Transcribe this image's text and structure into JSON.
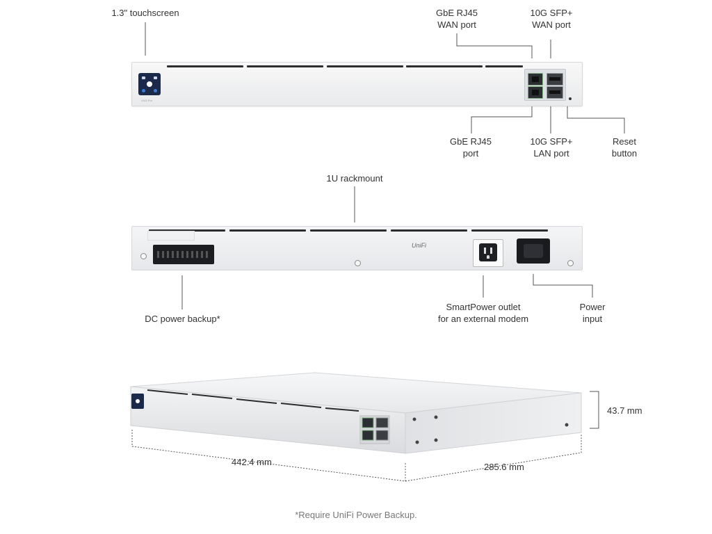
{
  "labels": {
    "touchscreen": "1.3\" touchscreen",
    "gbe_wan": "GbE RJ45\nWAN port",
    "sfp_wan": "10G SFP+\nWAN port",
    "gbe_port": "GbE RJ45\nport",
    "sfp_lan": "10G SFP+\nLAN port",
    "reset": "Reset\nbutton",
    "rackmount": "1U rackmount",
    "dc_backup": "DC power backup*",
    "smartpower": "SmartPower outlet\nfor an external modem",
    "power_input": "Power\ninput"
  },
  "dimensions": {
    "height": "43.7 mm",
    "width": "442.4 mm",
    "depth": "285.6 mm"
  },
  "footnote": "*Require UniFi Power Backup.",
  "device_marks": {
    "front_model": "UXG Pro",
    "brand": "UniFi"
  },
  "colors": {
    "chassis": "#e9eaec",
    "vent": "#2a2c30",
    "screen": "#1b2a4a",
    "text": "#333333"
  }
}
